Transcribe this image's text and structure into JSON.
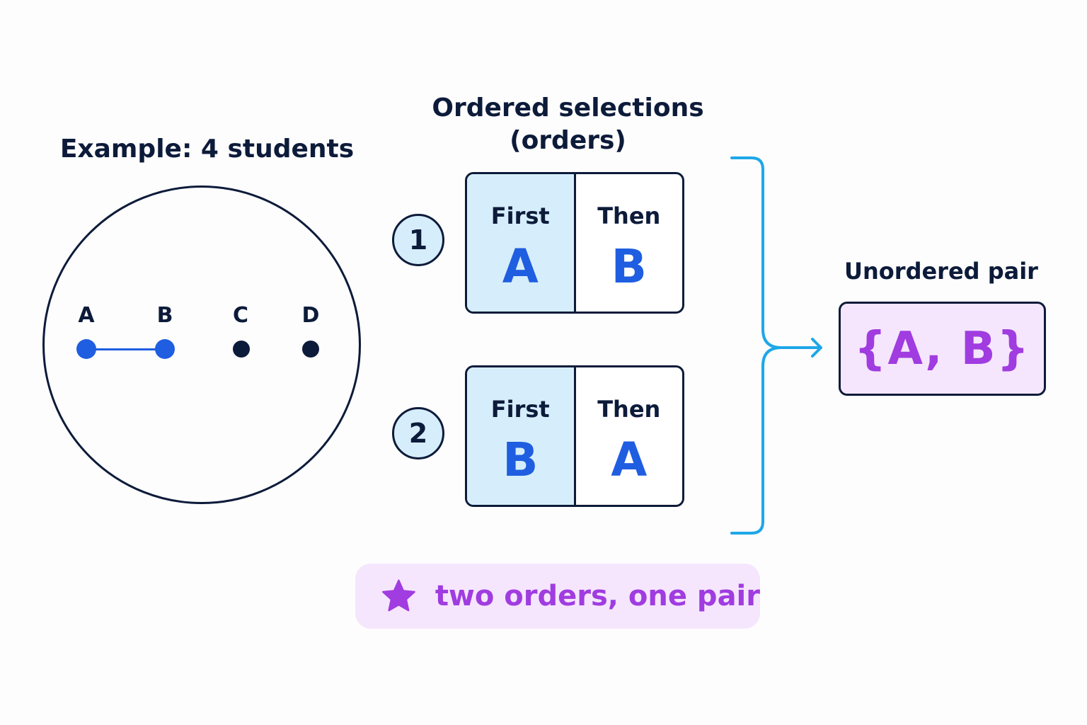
{
  "left": {
    "title": "Example: 4 students",
    "students": [
      {
        "label": "A",
        "selected": true
      },
      {
        "label": "B",
        "selected": true
      },
      {
        "label": "C",
        "selected": false
      },
      {
        "label": "D",
        "selected": false
      }
    ]
  },
  "ordered": {
    "title_line1": "Ordered selections",
    "title_line2": "(orders)",
    "selections": [
      {
        "number": "1",
        "first_label": "First",
        "first_value": "A",
        "then_label": "Then",
        "then_value": "B"
      },
      {
        "number": "2",
        "first_label": "First",
        "first_value": "B",
        "then_label": "Then",
        "then_value": "A"
      }
    ]
  },
  "unordered": {
    "title": "Unordered pair",
    "value": "{A, B}"
  },
  "note": {
    "icon": "star-icon",
    "text": "two orders, one pair"
  },
  "colors": {
    "navy": "#0d1b3a",
    "blue": "#1f5ee0",
    "light_blue": "#d6eefb",
    "cyan": "#1ea7e8",
    "purple": "#a03ce0",
    "lavender": "#f5e6fd"
  }
}
